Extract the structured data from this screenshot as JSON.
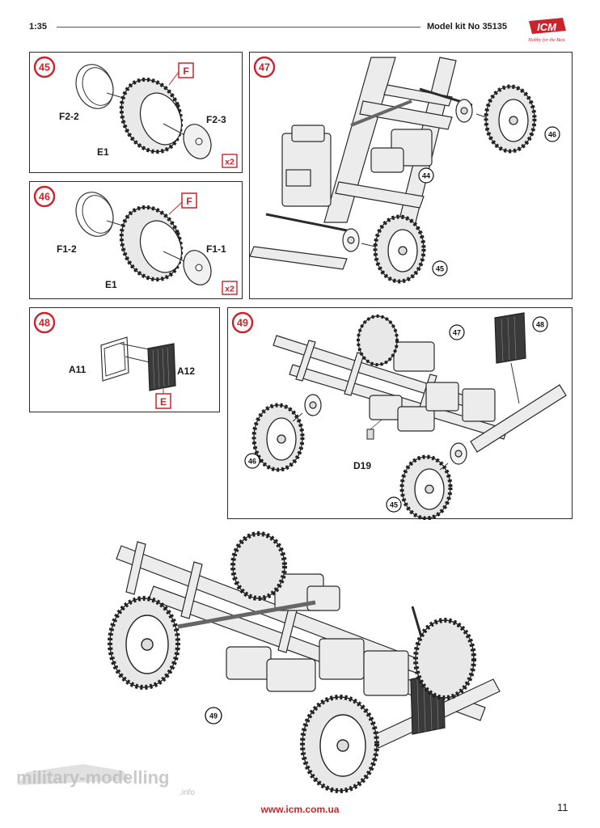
{
  "header": {
    "scale": "1:35",
    "title": "Model kit No 35135",
    "logo_text": "ICM",
    "logo_tagline": "Hobby for the Best"
  },
  "steps": {
    "s45": {
      "number": "45",
      "parts": [
        "F2-2",
        "F2-3",
        "E1"
      ],
      "sprue": "F",
      "multiplier": "x2"
    },
    "s46": {
      "number": "46",
      "parts": [
        "F1-2",
        "F1-1",
        "E1"
      ],
      "sprue": "F",
      "multiplier": "x2"
    },
    "s47": {
      "number": "47",
      "refs": [
        "46",
        "44",
        "45"
      ]
    },
    "s48": {
      "number": "48",
      "parts": [
        "A11",
        "A12"
      ],
      "sprue": "E"
    },
    "s49": {
      "number": "49",
      "refs": [
        "47",
        "48",
        "46",
        "45"
      ],
      "parts": [
        "D19"
      ]
    },
    "result": {
      "ref": "49"
    }
  },
  "footer": {
    "url": "www.icm.com.ua",
    "page": "11"
  },
  "watermark": {
    "text": "military-modelling",
    "suffix": ".info"
  },
  "colors": {
    "accent": "#c9242b",
    "line": "#2a2a2a",
    "fill": "#ececec"
  }
}
